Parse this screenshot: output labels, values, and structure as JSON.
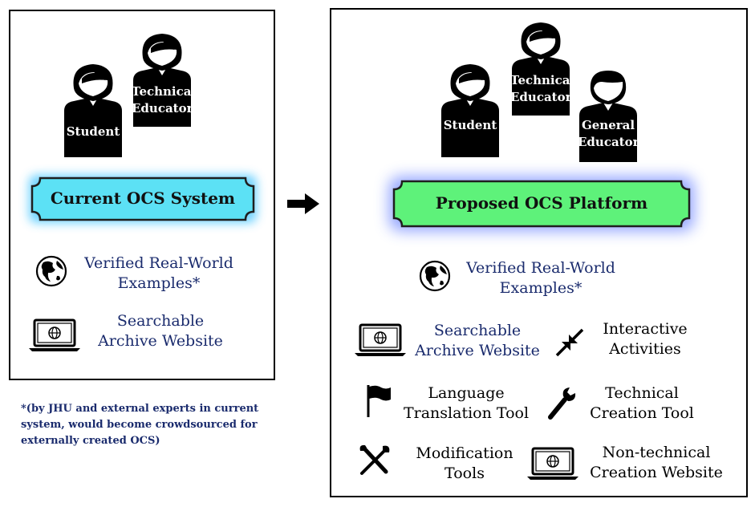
{
  "current": {
    "people": [
      "Student",
      "Technical\nEducator"
    ],
    "banner": "Current OCS System",
    "features": {
      "examples": "Verified Real-World\nExamples*",
      "archive": "Searchable\nArchive Website"
    },
    "colors": {
      "banner_fill": "#5ce1f5",
      "glow": "#3fc4ff"
    }
  },
  "proposed": {
    "people": [
      "Student",
      "Technical\nEducator",
      "General\nEducator"
    ],
    "banner": "Proposed OCS Platform",
    "features": {
      "examples": "Verified Real-World\nExamples*",
      "archive": "Searchable\nArchive Website",
      "interactive": "Interactive\nActivities",
      "translation": "Language\nTranslation Tool",
      "technical_tool": "Technical\nCreation Tool",
      "modification": "Modification\nTools",
      "nontechnical": "Non-technical\nCreation Website"
    },
    "colors": {
      "banner_fill": "#5ef27a",
      "glow": "#3b5bff"
    }
  },
  "footnote": "*(by JHU and external experts in current system, would become crowdsourced for externally created OCS)",
  "icons": [
    "globe-icon",
    "laptop-icon",
    "arrows-in-icon",
    "flag-icon",
    "wrench-icon",
    "tools-icon",
    "arrow-right-icon",
    "person-icon"
  ]
}
